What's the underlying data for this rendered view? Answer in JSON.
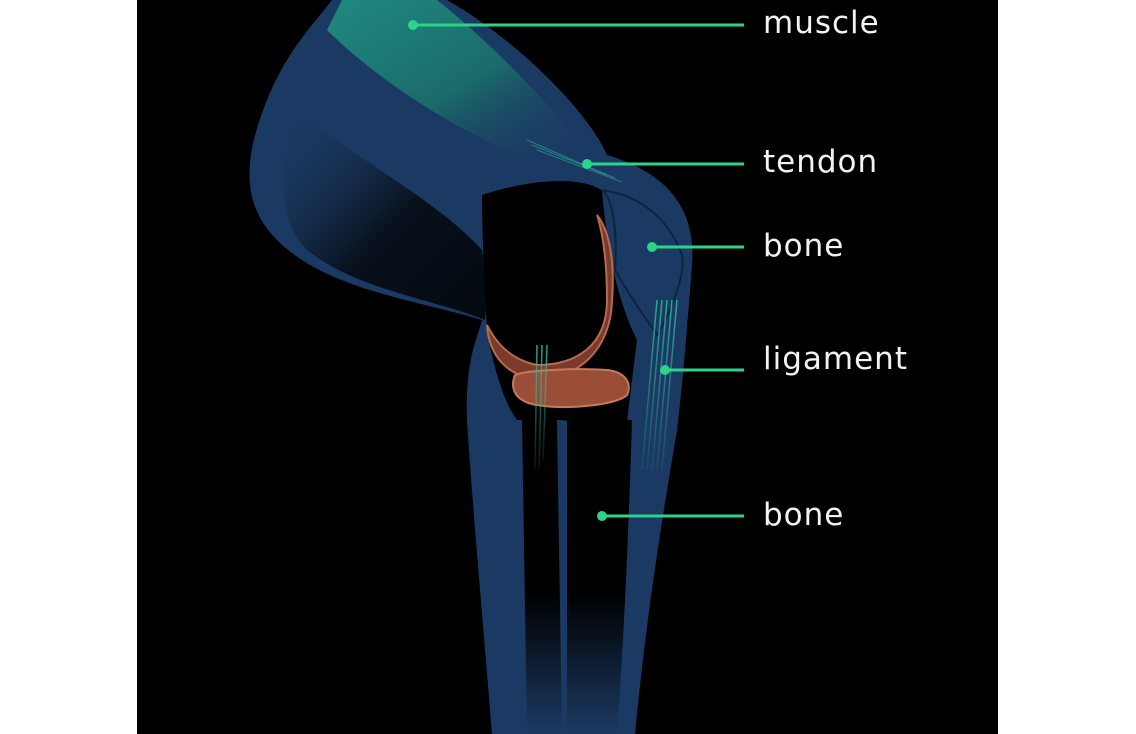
{
  "diagram": {
    "labels": {
      "muscle": "muscle",
      "tendon": "tendon",
      "bone_upper": "bone",
      "ligament": "ligament",
      "bone_lower": "bone"
    },
    "colors": {
      "background": "#000000",
      "bone_blue": "#1b3a63",
      "muscle_teal": "#1b6b6a",
      "cartilage": "#7a3a2c",
      "cartilage_light": "#b86a4c",
      "leader_line": "#2ed38a",
      "label_text": "#f2f2f2"
    }
  }
}
